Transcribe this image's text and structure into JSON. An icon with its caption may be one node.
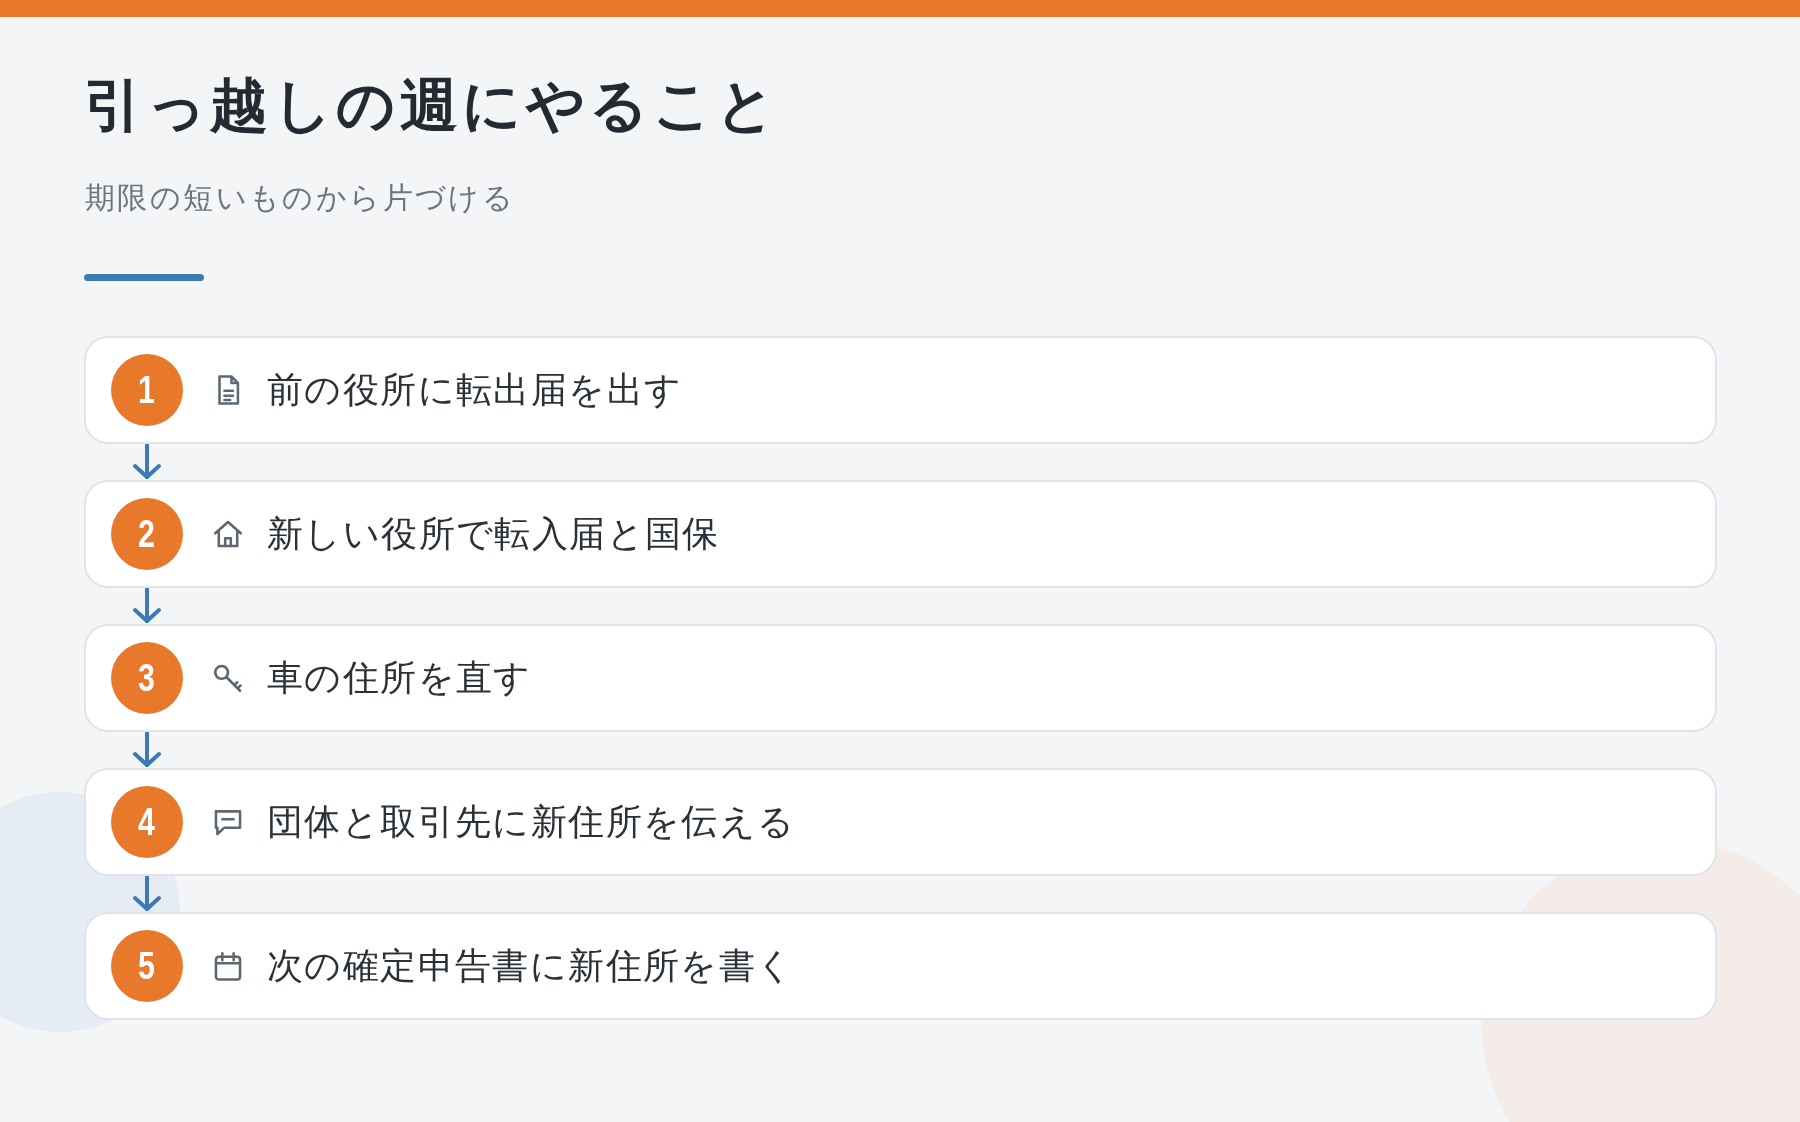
{
  "diagram": {
    "title": "引っ越しの週にやること",
    "nodes": [
      {
        "text": [
          "前の役所に転出届を出す"
        ]
      },
      {
        "text": [
          "1"
        ],
        "in": 0
      },
      {
        "text": [
          "新しい役所で転入届と国保"
        ]
      },
      {
        "text": [
          "2"
        ],
        "in": 2
      },
      {
        "text": [
          "車の住所を直す"
        ]
      },
      {
        "text": [
          "3"
        ],
        "in": 4
      },
      {
        "text": [
          "団体と取引先に新住所を伝える"
        ]
      },
      {
        "text": [
          "4"
        ],
        "in": 6
      },
      {
        "text": [
          "次の確定申告書に新住所を書く"
        ]
      },
      {
        "text": [
          "5"
        ],
        "in": 8
      }
    ],
    "edges": [
      {
        "from": 0,
        "to": 2,
        "arrow": "to"
      },
      {
        "from": 2,
        "to": 4,
        "arrow": "to"
      },
      {
        "from": 4,
        "to": 6,
        "arrow": "to"
      },
      {
        "from": 6,
        "to": 8,
        "arrow": "to"
      }
    ],
    "labels": [
      "期限の短いものから片づける"
    ]
  }
}
